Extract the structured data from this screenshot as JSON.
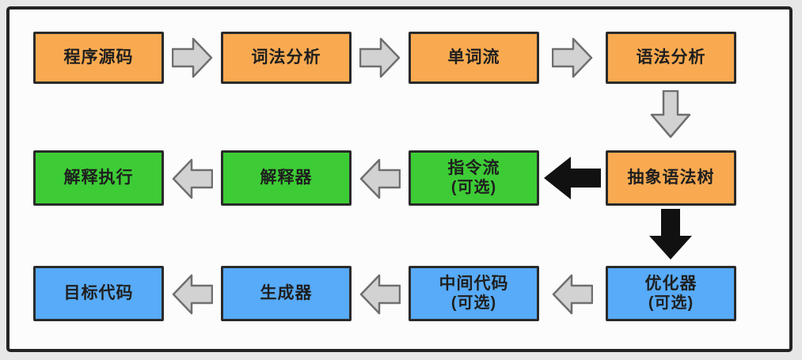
{
  "diagram": {
    "boxes": [
      {
        "label": "程序源码"
      },
      {
        "label": "词法分析"
      },
      {
        "label": "单词流"
      },
      {
        "label": "语法分析"
      },
      {
        "label": "解释执行"
      },
      {
        "label": "解释器"
      },
      {
        "label": "指令流",
        "sublabel": "(可选)"
      },
      {
        "label": "抽象语法树"
      },
      {
        "label": "目标代码"
      },
      {
        "label": "生成器"
      },
      {
        "label": "中间代码",
        "sublabel": "(可选)"
      },
      {
        "label": "优化器",
        "sublabel": "(可选)"
      }
    ],
    "connections": [
      {
        "from": "程序源码",
        "to": "词法分析",
        "arrow": "gray-right"
      },
      {
        "from": "词法分析",
        "to": "单词流",
        "arrow": "gray-right"
      },
      {
        "from": "单词流",
        "to": "语法分析",
        "arrow": "gray-right"
      },
      {
        "from": "语法分析",
        "to": "抽象语法树",
        "arrow": "gray-down"
      },
      {
        "from": "抽象语法树",
        "to": "指令流(可选)",
        "arrow": "black-left"
      },
      {
        "from": "指令流(可选)",
        "to": "解释器",
        "arrow": "gray-left"
      },
      {
        "from": "解释器",
        "to": "解释执行",
        "arrow": "gray-left"
      },
      {
        "from": "抽象语法树",
        "to": "优化器(可选)",
        "arrow": "black-down"
      },
      {
        "from": "优化器(可选)",
        "to": "中间代码(可选)",
        "arrow": "gray-left"
      },
      {
        "from": "中间代码(可选)",
        "to": "生成器",
        "arrow": "gray-left"
      },
      {
        "from": "生成器",
        "to": "目标代码",
        "arrow": "gray-left"
      }
    ],
    "colors": {
      "stage_orange": "#f9aa50",
      "stage_green": "#3dcc35",
      "stage_blue": "#57abf8",
      "box_border": "#2a2a2a",
      "arrow_gray_fill": "#d2d2d2",
      "arrow_gray_stroke": "#6f6f6f",
      "arrow_black": "#111111",
      "panel_background": "#fcfcfc",
      "panel_border": "#232323",
      "page_background": "#e7e7e7"
    }
  }
}
